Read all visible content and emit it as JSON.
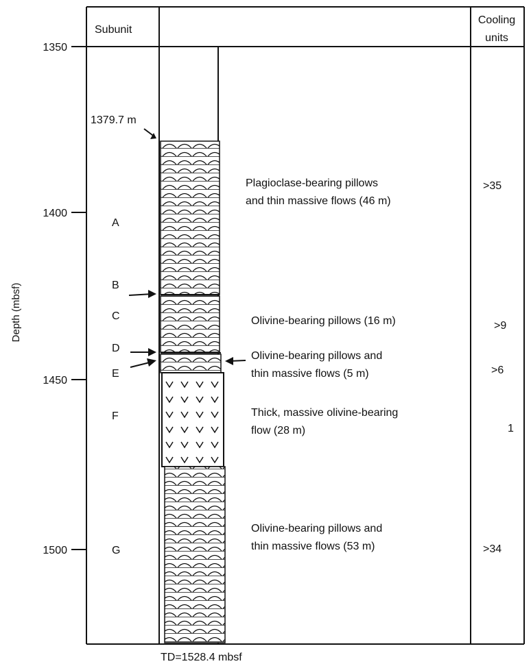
{
  "header": {
    "subunit_label": "Subunit",
    "cooling_label_line1": "Cooling",
    "cooling_label_line2": "units"
  },
  "axis": {
    "label": "Depth (mbsf)",
    "ticks": [
      "1350",
      "1400",
      "1450",
      "1500"
    ]
  },
  "top_marker": "1379.7 m",
  "bottom_label": "TD=1528.4 mbsf",
  "subunits": [
    {
      "id": "A",
      "description": [
        "Plagioclase-bearing pillows",
        "and thin massive flows (46 m)"
      ],
      "cooling": ">35"
    },
    {
      "id": "B",
      "description": [],
      "cooling": ""
    },
    {
      "id": "C",
      "description": [
        "Olivine-bearing pillows  (16 m)"
      ],
      "cooling": ">9"
    },
    {
      "id": "D",
      "description": [],
      "cooling": ""
    },
    {
      "id": "E",
      "description": [
        "Olivine-bearing pillows and",
        "thin massive flows (5 m)"
      ],
      "cooling": ">6"
    },
    {
      "id": "F",
      "description": [
        "Thick, massive olivine-bearing",
        "flow (28 m)"
      ],
      "cooling": "1"
    },
    {
      "id": "G",
      "description": [
        "Olivine-bearing  pillows and",
        "thin massive flows (53 m)"
      ],
      "cooling": ">34"
    }
  ],
  "lithology": [
    {
      "name": "pillows",
      "top_mbsf": 1379.7,
      "bottom_mbsf": 1444.5
    },
    {
      "name": "massive flow",
      "top_mbsf": 1444.5,
      "bottom_mbsf": 1470.5
    },
    {
      "name": "pillows",
      "top_mbsf": 1470.5,
      "bottom_mbsf": 1528.4
    }
  ]
}
